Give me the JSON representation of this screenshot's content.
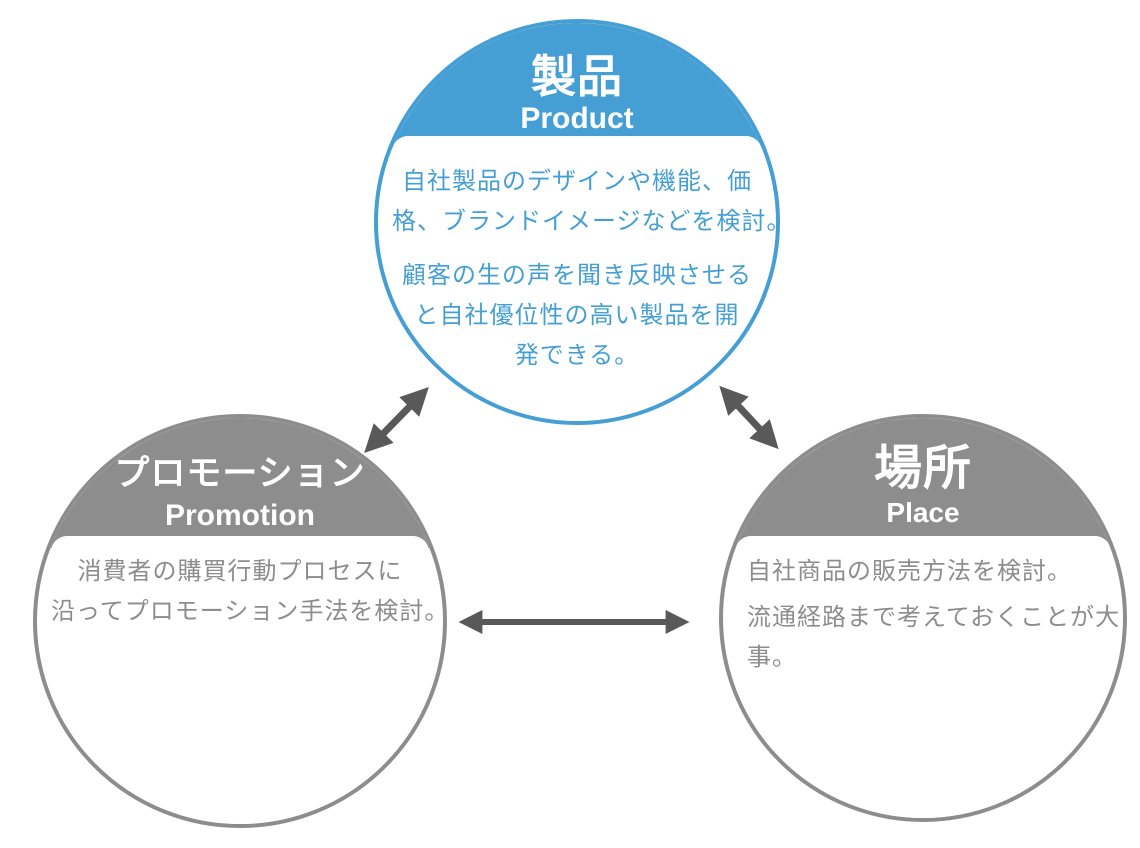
{
  "colors": {
    "product_blue": "#459fd4",
    "secondary_gray": "#8d8d8d",
    "arrow_gray": "#595959",
    "heading_text": "#ffffff"
  },
  "nodes": {
    "product": {
      "title_ja": "製品",
      "title_en": "Product",
      "paragraphs": [
        "自社製品のデザインや機能、価\n格、ブランドイメージなどを検討。",
        "顧客の生の声を聞き反映させる\nと自社優位性の高い製品を開\n発できる。"
      ]
    },
    "promotion": {
      "title_ja": "プロモーション",
      "title_en": "Promotion",
      "paragraphs": [
        "消費者の購買行動プロセスに\n沿ってプロモーション手法を検討。"
      ]
    },
    "place": {
      "title_ja": "場所",
      "title_en": "Place",
      "paragraphs": [
        "自社商品の販売方法を検討。",
        "流通経路まで考えておくことが大\n事。"
      ]
    }
  },
  "arrows": [
    {
      "from": "product",
      "to": "promotion",
      "bidirectional": true
    },
    {
      "from": "product",
      "to": "place",
      "bidirectional": true
    },
    {
      "from": "promotion",
      "to": "place",
      "bidirectional": true
    }
  ]
}
